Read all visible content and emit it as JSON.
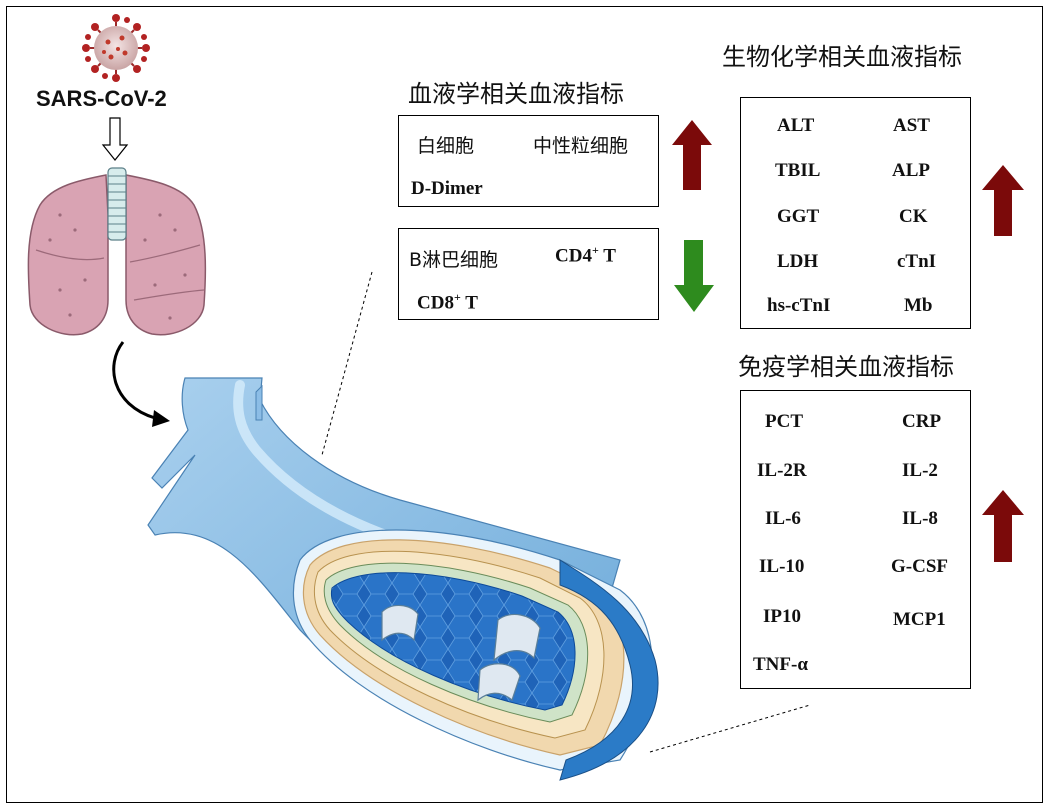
{
  "virus": {
    "label": "SARS-CoV-2",
    "icon": "coronavirus-icon"
  },
  "colors": {
    "up": "#7b0a0a",
    "down": "#2e8b1e",
    "vessel": "#7fb6e0",
    "lung": "#d9a3b3"
  },
  "panels": {
    "hematology": {
      "title": "血液学相关血液指标",
      "up_box": {
        "items": [
          "白细胞",
          "中性粒细胞",
          "D-Dimer"
        ],
        "trend": "up"
      },
      "down_box": {
        "items": [
          "B淋巴细胞",
          "CD4",
          "CD8"
        ],
        "cd4_sup": "+",
        "cd8_sup": "+",
        "t_suffix": "T",
        "trend": "down"
      }
    },
    "biochemistry": {
      "title": "生物化学相关血液指标",
      "items": [
        "ALT",
        "AST",
        "TBIL",
        "ALP",
        "GGT",
        "CK",
        "LDH",
        "cTnI",
        "hs-cTnI",
        "Mb"
      ],
      "trend": "up"
    },
    "immunology": {
      "title": "免疫学相关血液指标",
      "items": [
        "PCT",
        "CRP",
        "IL-2R",
        "IL-2",
        "IL-6",
        "IL-8",
        "IL-10",
        "G-CSF",
        "IP10",
        "MCP1",
        "TNF-α"
      ],
      "trend": "up"
    }
  }
}
